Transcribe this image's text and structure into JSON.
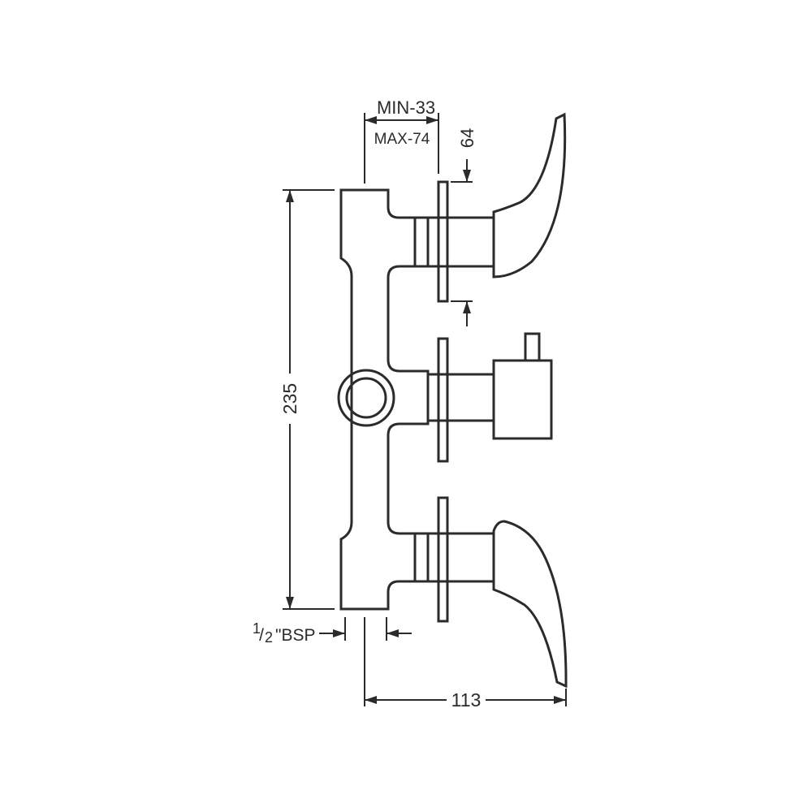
{
  "dimensions": {
    "min_depth": "MIN-33",
    "max_depth": "MAX-74",
    "plate_offset": "64",
    "height": "235",
    "depth": "113",
    "thread_half": "1",
    "thread_slash": "/",
    "thread_denominator": "2",
    "thread_unit": "\"BSP"
  },
  "colors": {
    "line": "#2b2b2b",
    "background": "#ffffff"
  }
}
